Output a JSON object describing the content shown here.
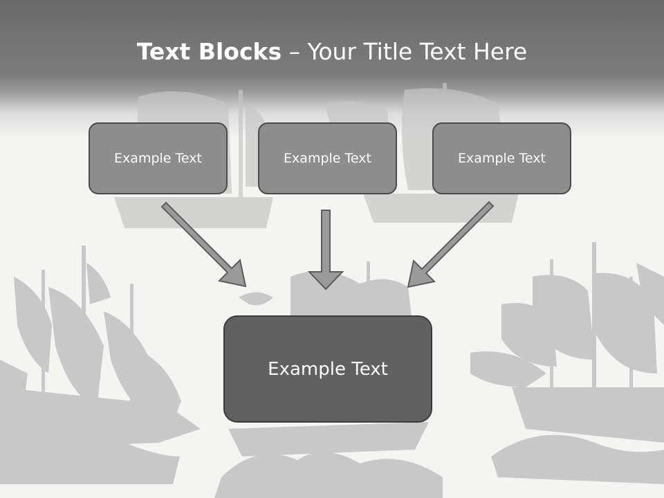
{
  "slide": {
    "title_bold": "Text Blocks",
    "title_separator": " – ",
    "title_rest": "Your Title Text Here"
  },
  "diagram": {
    "top_boxes": [
      {
        "label": "Example Text"
      },
      {
        "label": "Example Text"
      },
      {
        "label": "Example Text"
      }
    ],
    "bottom_box": {
      "label": "Example Text"
    }
  },
  "colors": {
    "header": "#6a6a6a",
    "background": "#f4f4f2",
    "small_box_fill": "#8d8d8d",
    "big_box_fill": "#616161",
    "arrow_fill": "#9a9a9a",
    "silhouette": "#c4c4c4"
  }
}
